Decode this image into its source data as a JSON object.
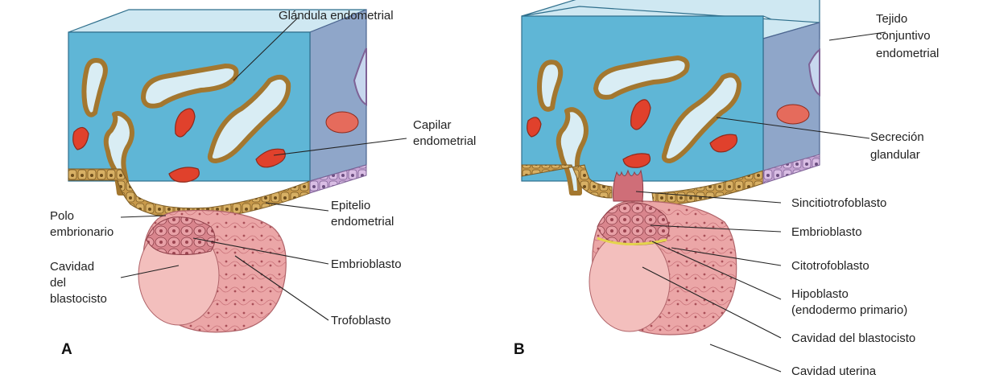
{
  "panels": {
    "a": {
      "letter": "A"
    },
    "b": {
      "letter": "B"
    }
  },
  "labels": {
    "glandula_endometrial": "Glándula endometrial",
    "capilar_endometrial": [
      "Capilar",
      "endometrial"
    ],
    "epitelio_endometrial": [
      "Epitelio",
      "endometrial"
    ],
    "polo_embrionario": [
      "Polo",
      "embrionario"
    ],
    "cavidad_del_blastocisto_a": [
      "Cavidad",
      "del",
      "blastocisto"
    ],
    "embrioblasto_a": "Embrioblasto",
    "trofoblasto": "Trofoblasto",
    "tejido_conjuntivo": [
      "Tejido",
      "conjuntivo",
      "endometrial"
    ],
    "secrecion_glandular": [
      "Secreción",
      "glandular"
    ],
    "sincitiotrofoblasto": "Sincitiotrofoblasto",
    "embrioblasto_b": "Embrioblasto",
    "citotrofoblasto": "Citotrofoblasto",
    "hipoblasto": [
      "Hipoblasto",
      "(endodermo primario)"
    ],
    "cavidad_del_blastocisto_b": "Cavidad del blastocisto",
    "cavidad_uterina": "Cavidad uterina"
  },
  "colors": {
    "stroma": "#5fb6d6",
    "capillary": "#e0412c",
    "epithelium": "#c89a4b",
    "blastocyst": "#e9a3a5",
    "hypoblast": "#e4d44e"
  }
}
